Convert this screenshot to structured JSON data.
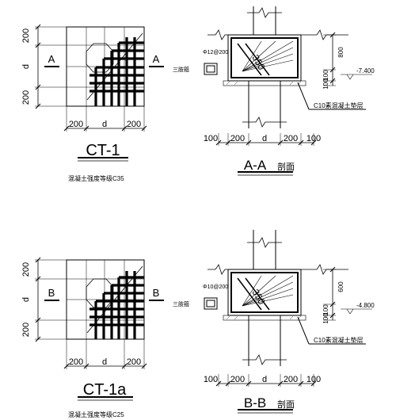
{
  "drawing": {
    "line_color": "#000000",
    "background": "#ffffff"
  },
  "top": {
    "plan": {
      "dim_left_top": "200",
      "dim_left_mid": "d",
      "dim_left_bot": "200",
      "dim_bot_left": "200",
      "dim_bot_mid": "d",
      "dim_bot_right": "200",
      "section_mark_left": "A",
      "section_mark_right": "A",
      "title": "CT-1",
      "note": "混凝土强度等级C35"
    },
    "section": {
      "rebar": "Φ12@200",
      "legend_label": "三肢箍",
      "rot_label": "350",
      "dim_right_top": "800",
      "dim_right_bot": "100",
      "dim_right_bot2": "100",
      "elevation": "-7.400",
      "bedding_label": "C10素混凝土垫层",
      "dim_b1": "100",
      "dim_b2": "200",
      "dim_b3": "d",
      "dim_b4": "200",
      "dim_b5": "100",
      "title_letters": "A-A",
      "title_cn": "剖面"
    }
  },
  "bottom": {
    "plan": {
      "dim_left_top": "200",
      "dim_left_mid": "d",
      "dim_left_bot": "200",
      "dim_bot_left": "200",
      "dim_bot_mid": "d",
      "dim_bot_right": "200",
      "section_mark_left": "B",
      "section_mark_right": "B",
      "title": "CT-1a",
      "note": "混凝土强度等级C25"
    },
    "section": {
      "rebar": "Φ10@200",
      "legend_label": "三肢箍",
      "rot_label": "350",
      "dim_right_top": "600",
      "dim_right_bot": "100",
      "dim_right_bot2": "100",
      "elevation": "-4.800",
      "bedding_label": "C10素混凝土垫层",
      "dim_b1": "100",
      "dim_b2": "200",
      "dim_b3": "d",
      "dim_b4": "200",
      "dim_b5": "100",
      "title_letters": "B-B",
      "title_cn": "剖面"
    }
  }
}
